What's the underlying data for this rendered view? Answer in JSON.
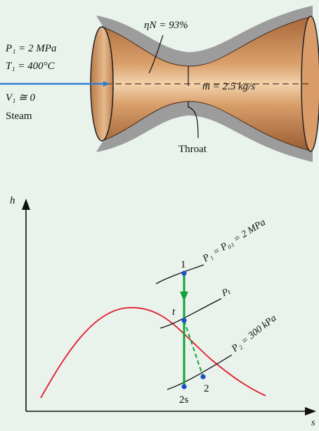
{
  "nozzle": {
    "p1_label": "P₁ = 2 MPa",
    "t1_label": "T₁ = 400°C",
    "v1_label": "V₁ ≅ 0",
    "fluid_label": "Steam",
    "efficiency_label": "ηN = 93%",
    "mass_flow_label": "ṁ = 2.5 kg/s",
    "throat_label": "Throat"
  },
  "hs_diagram": {
    "y_axis_label": "h",
    "x_axis_label": "s",
    "state_1": "1",
    "state_t": "t",
    "state_2": "2",
    "state_2s": "2s",
    "isobar_p1": "P₁ = P₀₁ = 2 MPa",
    "isobar_pt": "Pₜ",
    "isobar_p2": "P₂ = 300 kPa",
    "colors": {
      "saturation_dome": "#e01e2a",
      "process_line": "#11a33a",
      "state_point": "#1b4fc4",
      "arrow": "#2f7fd0",
      "nozzle_body": "#c98a55"
    }
  }
}
